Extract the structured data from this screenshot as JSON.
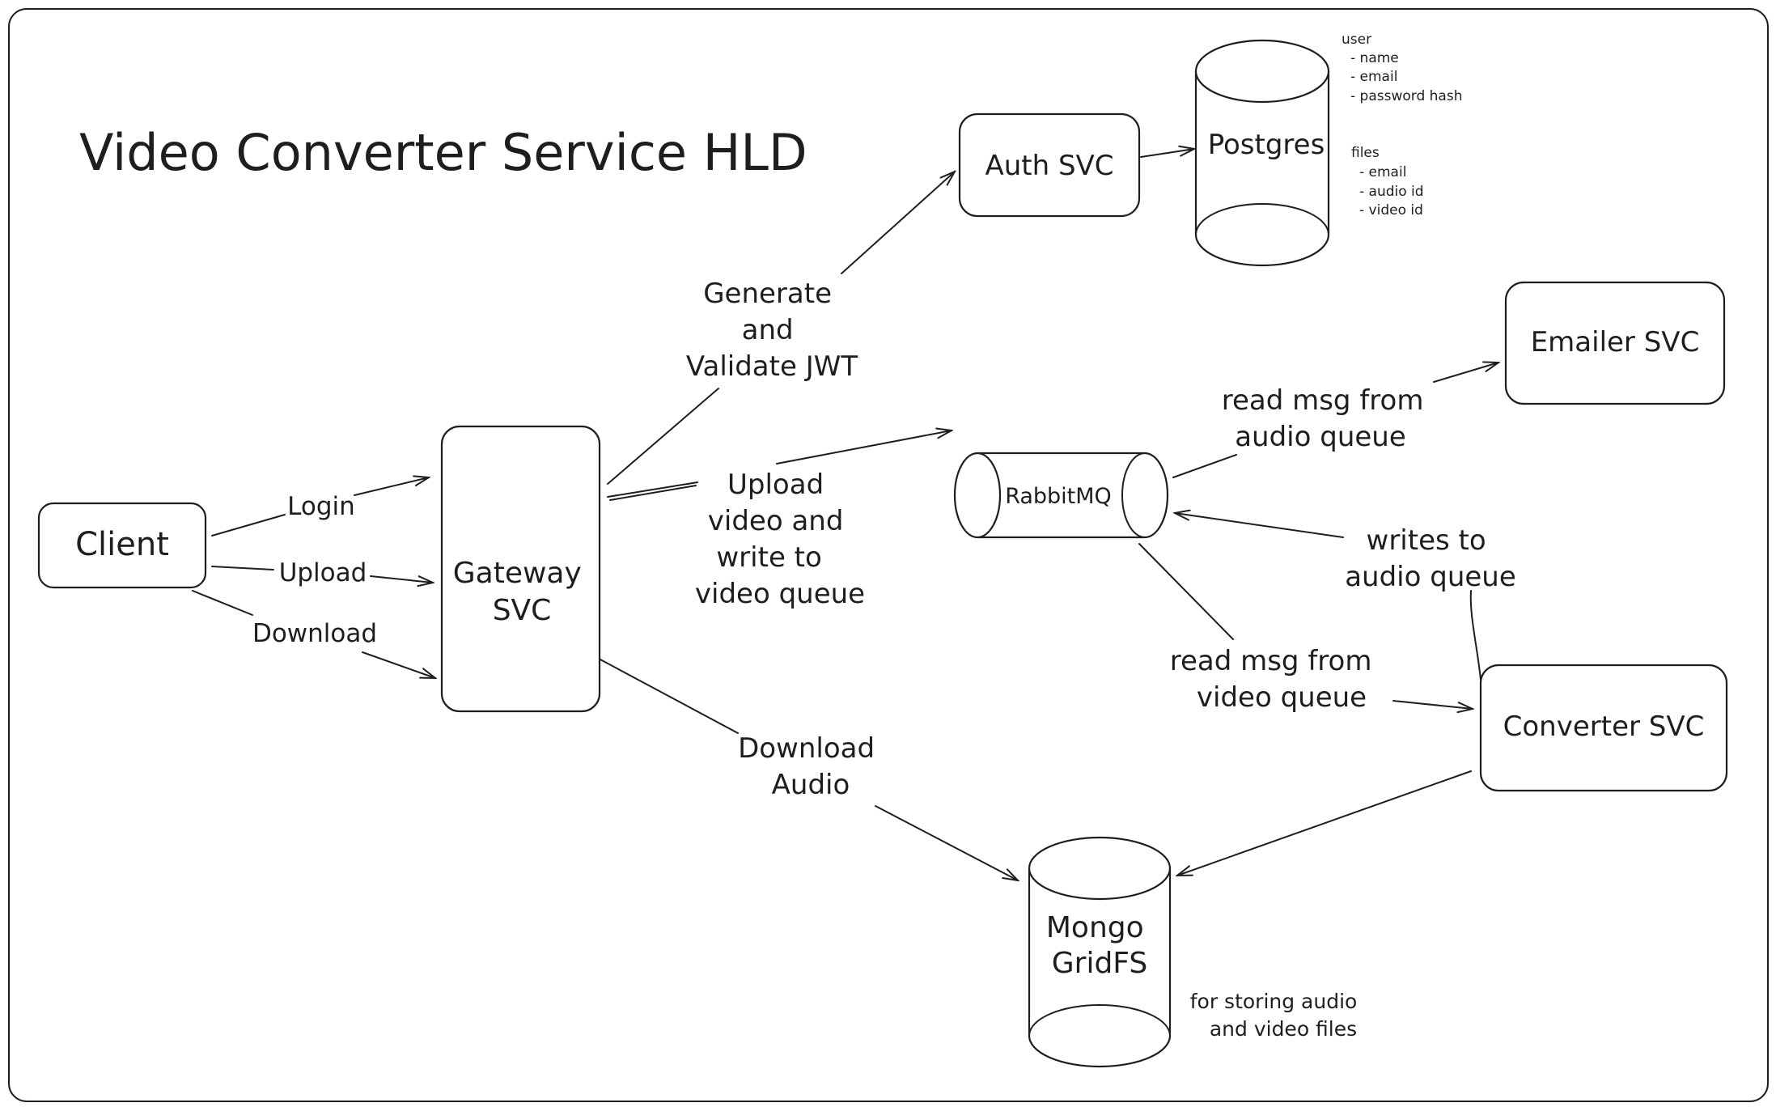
{
  "title": "Video Converter Service HLD",
  "nodes": {
    "client": "Client",
    "gateway": [
      "Gateway",
      "SVC"
    ],
    "auth": "Auth SVC",
    "postgres": "Postgres",
    "rabbitmq": "RabbitMQ",
    "emailer": "Emailer SVC",
    "converter": "Converter SVC",
    "mongo": [
      "Mongo",
      "GridFS"
    ]
  },
  "edge_labels": {
    "login": "Login",
    "upload": "Upload",
    "download": "Download",
    "jwt": [
      "Generate",
      "and",
      "Validate JWT"
    ],
    "upload_video": [
      "Upload",
      "video and",
      "write to",
      "video queue"
    ],
    "download_audio": [
      "Download",
      "Audio"
    ],
    "read_audio": [
      "read msg from",
      "audio queue"
    ],
    "writes_audio": [
      "writes to",
      "audio queue"
    ],
    "read_video": [
      "read msg from",
      "video queue"
    ]
  },
  "notes": {
    "postgres_schema": [
      "user",
      "- name",
      "- email",
      "- password hash",
      "files",
      "- email",
      "- audio id",
      "- video id"
    ],
    "mongo_note": [
      "for storing audio",
      "and video files"
    ]
  },
  "colors": {
    "ink": "#1e1e1e",
    "paper": "#ffffff"
  }
}
